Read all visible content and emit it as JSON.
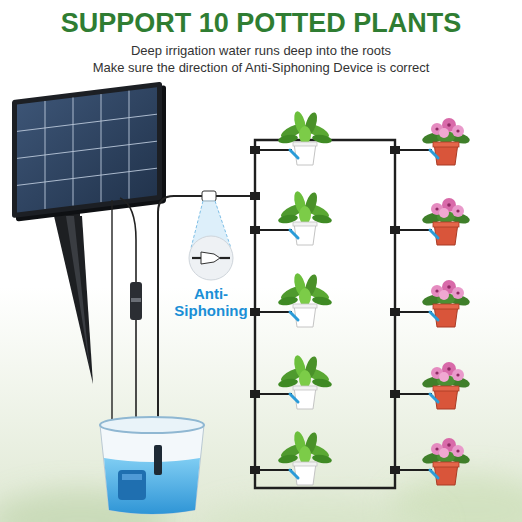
{
  "diagram": {
    "title": "SUPPORT 10 POTTED PLANTS",
    "labels": [
      "Deep irrigation water runs deep into the roots",
      "Make sure the direction of Anti-Siphoning Device is correct",
      "Anti-Siphoning"
    ]
  }
}
